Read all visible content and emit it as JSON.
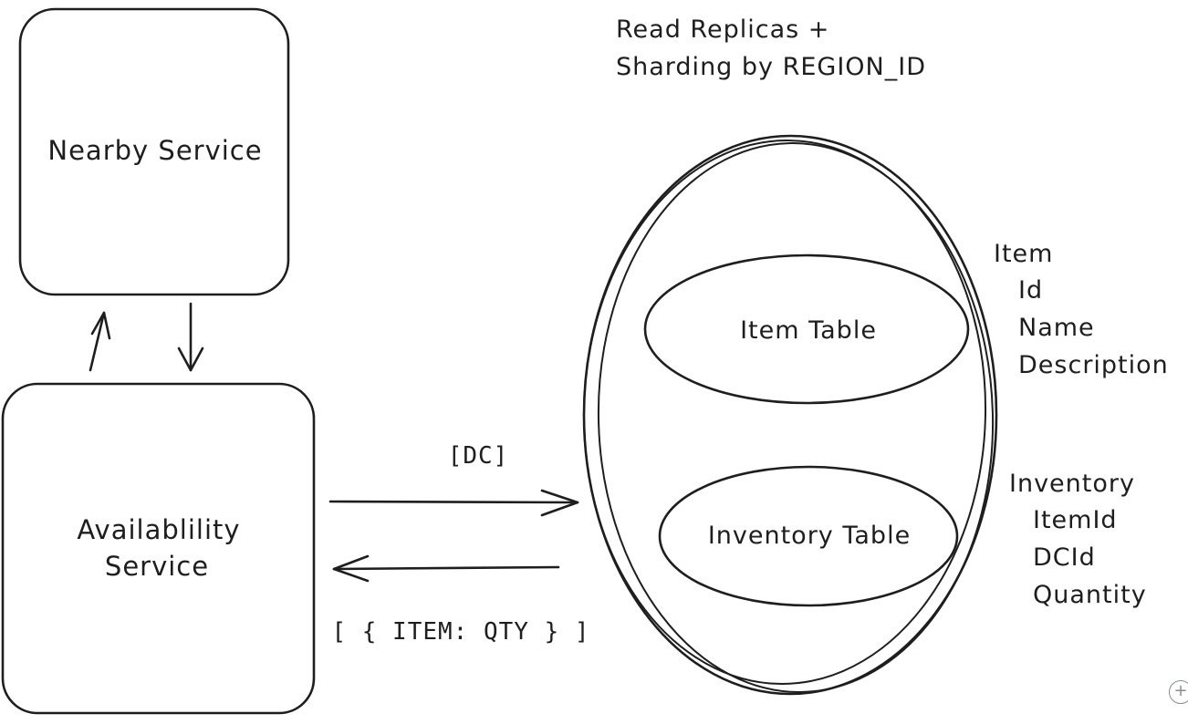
{
  "nodes": {
    "nearby_service": "Nearby Service",
    "availability_service_line1": "Availablility",
    "availability_service_line2": "Service",
    "item_table": "Item Table",
    "inventory_table": "Inventory Table"
  },
  "database_note": {
    "line1": "Read Replicas +",
    "line2": "Sharding by REGION_ID"
  },
  "edge_labels": {
    "request": "[DC]",
    "response": "[ { ITEM: QTY } ]"
  },
  "schemas": {
    "item": {
      "title": "Item",
      "fields": [
        "Id",
        "Name",
        "Description"
      ]
    },
    "inventory": {
      "title": "Inventory",
      "fields": [
        "ItemId",
        "DCId",
        "Quantity"
      ]
    }
  },
  "controls": {
    "zoom_glyph": "+"
  },
  "colors": {
    "stroke": "#1e1e1e",
    "background": "#ffffff",
    "control": "#868e96"
  }
}
